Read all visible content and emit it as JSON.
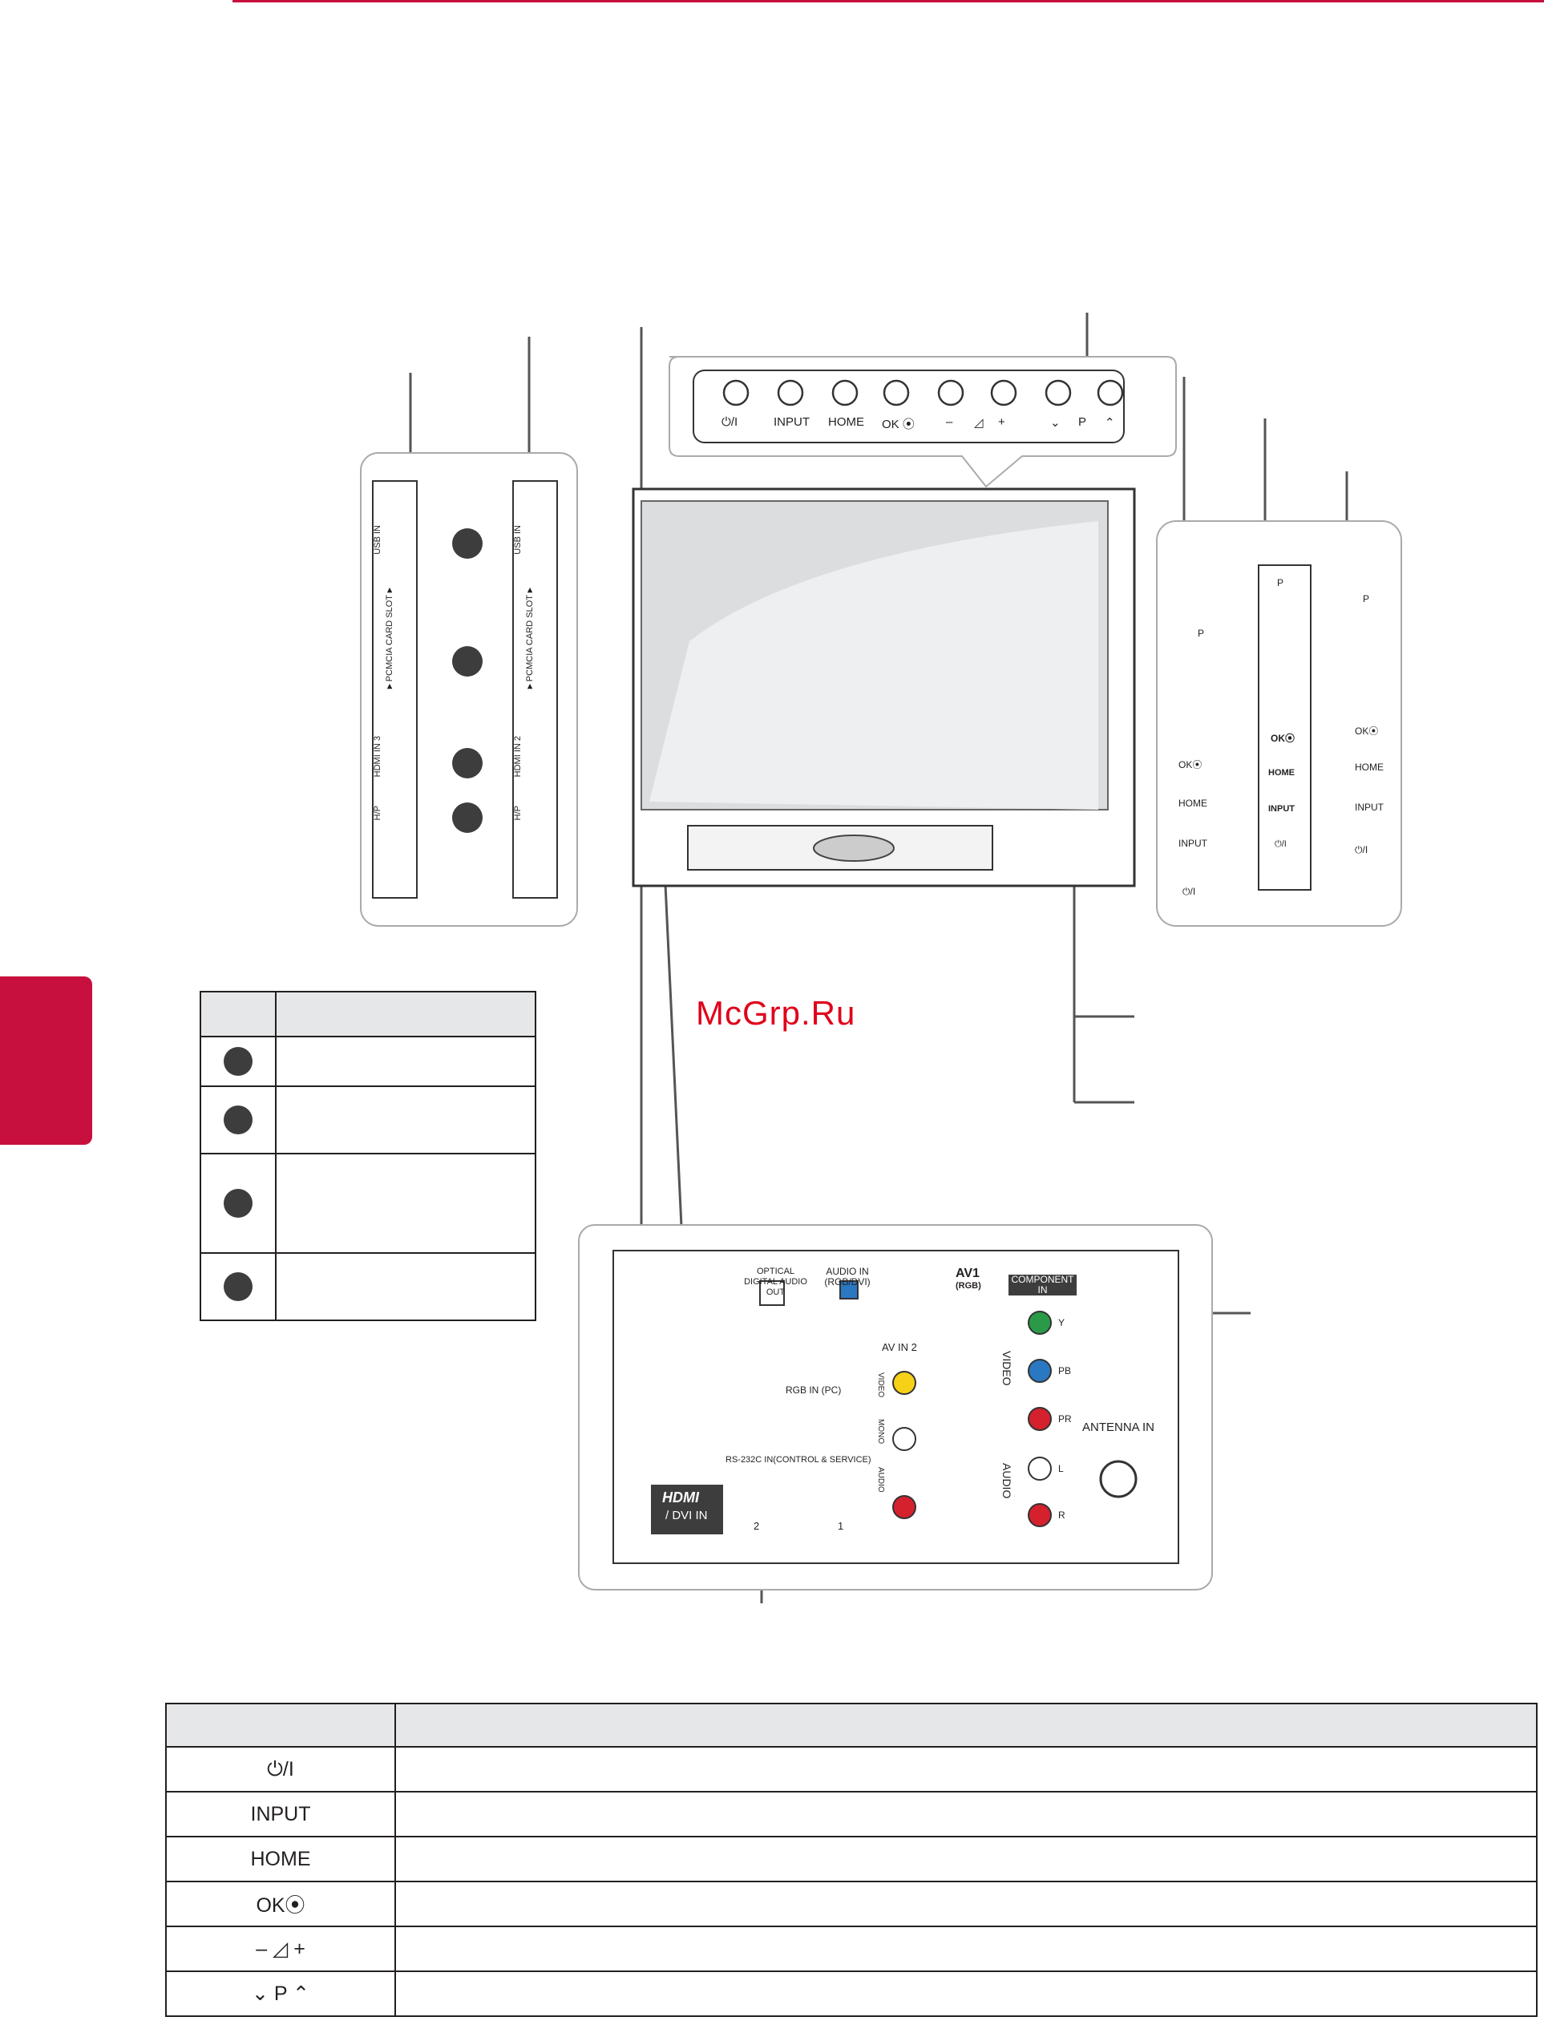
{
  "top_panel": {
    "buttons": [
      "⏻/I",
      "INPUT",
      "HOME",
      "OK ⦿",
      "–",
      "◿",
      "+",
      "⌄",
      "P",
      "⌃"
    ]
  },
  "side_panel": {
    "usb_in": "USB IN",
    "pcmcia": "▼PCMCIA CARD SLOT▼",
    "hdmi_in_3": "HDMI IN 3",
    "hdmi_in_2": "HDMI IN 2",
    "hp": "H/P"
  },
  "side_buttons_a": [
    "P",
    "OK⦿",
    "HOME",
    "INPUT",
    "⏻/I"
  ],
  "side_buttons_b": [
    "P",
    "OK⦿",
    "HOME",
    "INPUT",
    "⏻/I"
  ],
  "side_buttons_c": [
    "P",
    "OK⦿",
    "HOME",
    "INPUT",
    "⏻/I"
  ],
  "rear_panel": {
    "optical": "OPTICAL DIGITAL AUDIO OUT",
    "audio_in": "AUDIO IN (RGB/DVI)",
    "rgb_in": "RGB IN (PC)",
    "rs232": "RS-232C IN(CONTROL & SERVICE)",
    "hdmi_dvi": "/ DVI IN",
    "hdmi_logo": "HDMI",
    "hdmi_port_2": "2",
    "hdmi_port_1": "1",
    "av_in_2": "AV IN 2",
    "video": "VIDEO",
    "mono": "MONO",
    "audio": "AUDIO",
    "av1": "AV1",
    "av1_sub": "(RGB)",
    "component_in": "COMPONENT IN",
    "y": "Y",
    "pb": "PB",
    "pr": "PR",
    "l": "L",
    "r": "R",
    "video_v": "VIDEO",
    "audio_v": "AUDIO",
    "antenna_in": "ANTENNA IN"
  },
  "watermark": "McGrp.Ru",
  "circle_table": {
    "rows": 4
  },
  "button_table": {
    "rows": [
      "⏻/I",
      "INPUT",
      "HOME",
      "OK⦿",
      "–  ◿  +",
      "⌄  P  ⌃"
    ]
  }
}
